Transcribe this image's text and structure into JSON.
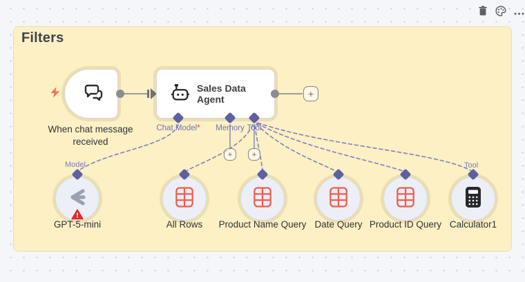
{
  "sticky": {
    "title": "Filters"
  },
  "canvas_toolbar": {
    "items": [
      {
        "icon": "trash-icon"
      },
      {
        "icon": "palette-icon"
      },
      {
        "icon": "more-options-icon"
      }
    ]
  },
  "trigger_node": {
    "label": "When chat message received",
    "icon": "chat-bubbles-icon"
  },
  "agent_node": {
    "title": "Sales Data Agent",
    "icon": "robot-icon",
    "ports": {
      "chat_model": {
        "label": "Chat Model",
        "required_mark": "*"
      },
      "memory": {
        "label": "Memory"
      },
      "tool": {
        "label": "Tool"
      }
    }
  },
  "add_button_label": "+",
  "sub_nodes": [
    {
      "label": "GPT-5-mini",
      "icon": "model-logo-icon",
      "port_label": "Model",
      "has_warning": true
    },
    {
      "label": "All Rows",
      "icon": "data-table-icon"
    },
    {
      "label": "Product Name Query",
      "icon": "data-table-icon"
    },
    {
      "label": "Date Query",
      "icon": "data-table-icon"
    },
    {
      "label": "Product ID Query",
      "icon": "data-table-icon"
    },
    {
      "label": "Calculator1",
      "icon": "calculator-icon",
      "port_label": "Tool"
    }
  ],
  "colors": {
    "sticky_bg": "#fcf0c4",
    "canvas_bg": "#f5f6f9",
    "port_diamond": "#5d60a2",
    "dashed_connection": "#7e81c5",
    "table_icon": "#f15a4d",
    "warning_badge": "#df2b2b",
    "execute_bolt": "#ff6e5c"
  }
}
